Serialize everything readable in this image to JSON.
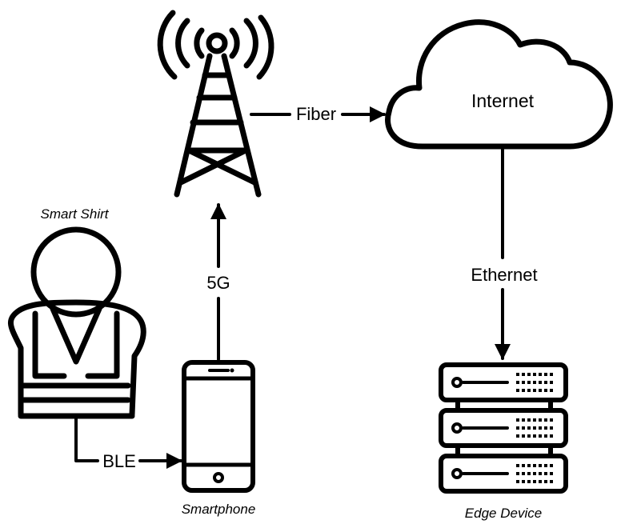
{
  "nodes": {
    "person": {
      "label": "Smart Shirt",
      "icon": "worker-vest-icon"
    },
    "phone": {
      "label": "Smartphone",
      "icon": "smartphone-icon"
    },
    "tower": {
      "label": "",
      "icon": "cell-tower-icon"
    },
    "cloud": {
      "label": "Internet",
      "icon": "cloud-icon"
    },
    "server": {
      "label": "Edge Device",
      "icon": "server-rack-icon"
    }
  },
  "links": {
    "ble": "BLE",
    "fiveg": "5G",
    "fiber": "Fiber",
    "ethernet": "Ethernet"
  },
  "colors": {
    "ink": "#000000",
    "background": "#ffffff"
  }
}
